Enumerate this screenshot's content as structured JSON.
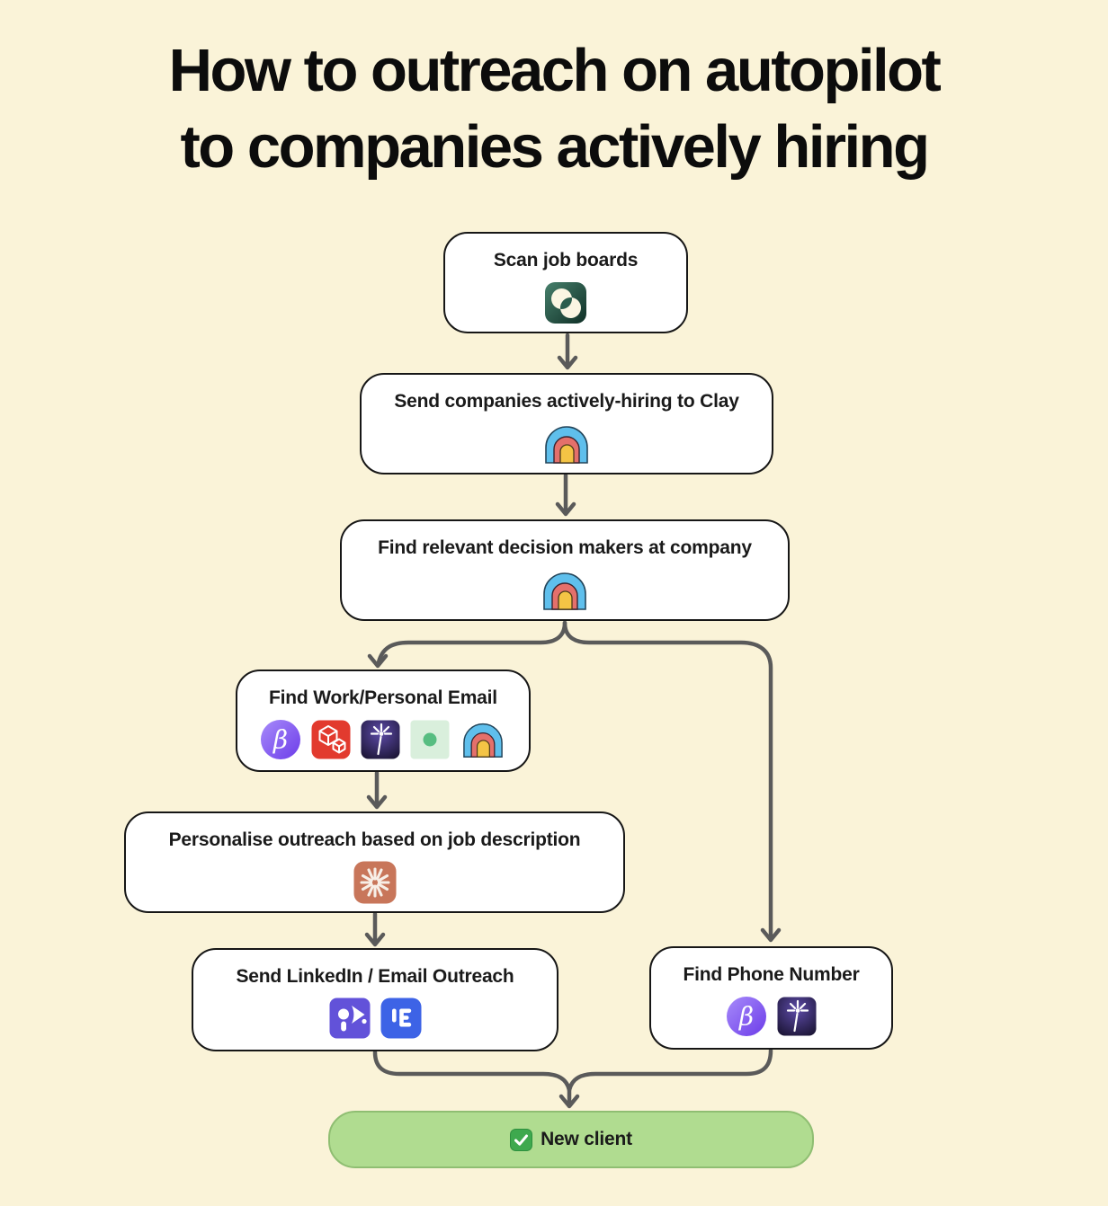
{
  "title": {
    "line1": "How to outreach on autopilot",
    "line2": "to companies actively hiring"
  },
  "flow": {
    "scan_job_boards": {
      "label": "Scan job boards",
      "icons": [
        "venn-scan-icon"
      ]
    },
    "send_to_clay": {
      "label": "Send companies actively-hiring to Clay",
      "icons": [
        "clay-icon"
      ]
    },
    "find_decision_makers": {
      "label": "Find relevant decision makers at company",
      "icons": [
        "clay-icon"
      ]
    },
    "find_email": {
      "label": "Find Work/Personal Email",
      "icons": [
        "bettercontact-beta-icon",
        "red-cubes-icon",
        "sparkle-wand-icon",
        "green-dot-icon",
        "clay-icon"
      ]
    },
    "personalise": {
      "label": "Personalise outreach based on job description",
      "icons": [
        "claude-starburst-icon"
      ]
    },
    "send_outreach": {
      "label": "Send LinkedIn / Email Outreach",
      "icons": [
        "megaphone-icon",
        "lemlist-icon"
      ]
    },
    "find_phone": {
      "label": "Find Phone Number",
      "icons": [
        "bettercontact-beta-icon",
        "sparkle-wand-icon"
      ]
    },
    "new_client": {
      "label": "New client",
      "icons": [
        "check-icon"
      ]
    }
  },
  "colors": {
    "background": "#FAF3D8",
    "node_fill": "#FFFFFF",
    "node_border": "#161616",
    "connector": "#5A5A5A",
    "success_fill": "#B0DC90",
    "success_border": "#8FBE72",
    "title_text": "#0C0C0C"
  }
}
